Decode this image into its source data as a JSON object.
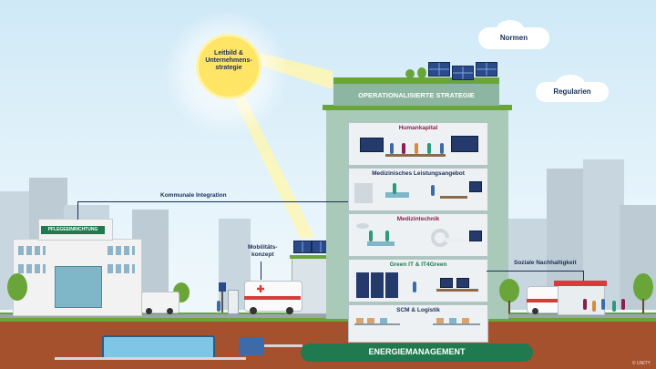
{
  "sun": {
    "label_line1": "Leitbild &",
    "label_line2": "Unternehmens-",
    "label_line3": "strategie"
  },
  "clouds": {
    "normen": "Normen",
    "regularien": "Regularien"
  },
  "building": {
    "roof_title": "OPERATIONALISIERTE STRATEGIE",
    "foundation_title": "ENERGIEMANAGEMENT",
    "floors": [
      {
        "title": "Humankapital",
        "color": "#8b1e4f"
      },
      {
        "title": "Medizinisches Leistungsangebot",
        "color": "#1b2f5a"
      },
      {
        "title": "Medizintechnik",
        "color": "#8b1e4f"
      },
      {
        "title": "Green IT & IT4Green",
        "color": "#1f7a4f"
      },
      {
        "title": "SCM & Logistik",
        "color": "#1b2f5a"
      }
    ]
  },
  "annotations": {
    "kommunale": "Kommunale Integration",
    "mobilitaet_line1": "Mobilitäts-",
    "mobilitaet_line2": "konzept",
    "soziale": "Soziale Nachhaltigkeit"
  },
  "pflege_sign": "PFLEGEEINRICHTUNG",
  "copyright": "© UNITY",
  "colors": {
    "sky": "#cfe9f7",
    "sun": "#ffe566",
    "ground": "#a6512e",
    "grass": "#6aa53a",
    "navy": "#1b2f5a",
    "green_band": "#1f7a4f"
  }
}
